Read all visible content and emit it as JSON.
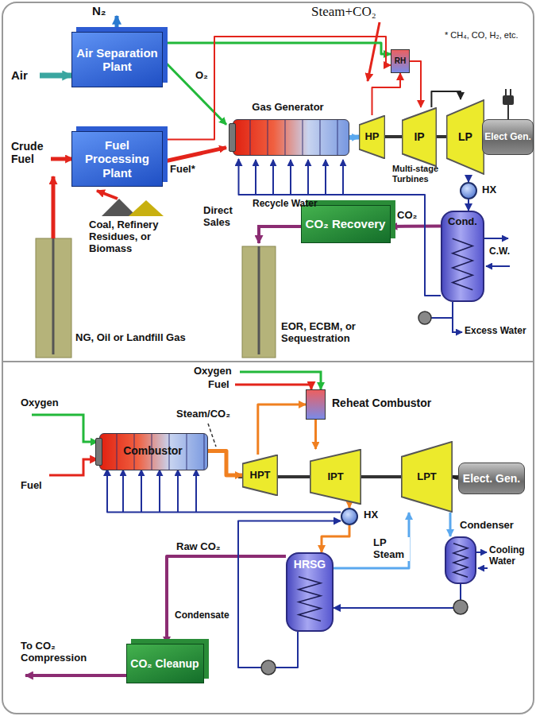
{
  "diagram": {
    "nodes": [
      {
        "text": [
          "Air Separation Plant"
        ]
      },
      {
        "text": [
          "Fuel Processing Plant"
        ]
      },
      {
        "text": [
          "Gas Generator"
        ]
      },
      {
        "text": [
          "RH"
        ]
      },
      {
        "text": [
          "HP"
        ]
      },
      {
        "text": [
          "IP"
        ]
      },
      {
        "text": [
          "LP"
        ]
      },
      {
        "text": [
          "Elect Gen."
        ]
      },
      {
        "text": [
          "HX"
        ]
      },
      {
        "text": [
          "CO₂ Recovery"
        ]
      },
      {
        "text": [
          "Cond."
        ]
      },
      {
        "text": [
          "Combustor"
        ]
      },
      {
        "text": [
          "Reheat Combustor"
        ]
      },
      {
        "text": [
          "HPT"
        ]
      },
      {
        "text": [
          "IPT"
        ]
      },
      {
        "text": [
          "LPT"
        ]
      },
      {
        "text": [
          "Elect. Gen."
        ]
      },
      {
        "text": [
          "HX"
        ]
      },
      {
        "text": [
          "HRSG"
        ]
      },
      {
        "text": [
          "Condenser"
        ]
      },
      {
        "text": [
          "CO₂ Cleanup"
        ]
      }
    ],
    "edges": [
      {
        "from": 0,
        "to": 2,
        "arrow": "to",
        "label": "O₂"
      },
      {
        "from": 0,
        "to": 3,
        "arrow": "to"
      },
      {
        "from": 1,
        "to": 2,
        "arrow": "to",
        "label": "Fuel*"
      },
      {
        "from": 1,
        "to": 3,
        "arrow": "to"
      },
      {
        "from": 2,
        "to": 4,
        "arrow": "to"
      },
      {
        "from": 4,
        "to": 3,
        "arrow": "to"
      },
      {
        "from": 3,
        "to": 5,
        "arrow": "to"
      },
      {
        "from": 5,
        "to": 6,
        "arrow": "to"
      },
      {
        "from": 6,
        "to": 7,
        "arrow": "none"
      },
      {
        "from": 6,
        "to": 8,
        "arrow": "to"
      },
      {
        "from": 8,
        "to": 10,
        "arrow": "to"
      },
      {
        "from": 10,
        "to": 9,
        "arrow": "to",
        "label": "CO₂"
      },
      {
        "from": 10,
        "to": 2,
        "arrow": "to"
      },
      {
        "from": 11,
        "to": 13,
        "arrow": "to"
      },
      {
        "from": 13,
        "to": 12,
        "arrow": "to"
      },
      {
        "from": 12,
        "to": 14,
        "arrow": "to"
      },
      {
        "from": 14,
        "to": 17,
        "arrow": "to"
      },
      {
        "from": 17,
        "to": 18,
        "arrow": "to"
      },
      {
        "from": 18,
        "to": 15,
        "arrow": "to",
        "label": "LP Steam"
      },
      {
        "from": 15,
        "to": 19,
        "arrow": "to"
      },
      {
        "from": 19,
        "to": 18,
        "arrow": "to"
      },
      {
        "from": 18,
        "to": 20,
        "arrow": "to",
        "label": "Raw CO₂"
      },
      {
        "from": 18,
        "to": 17,
        "arrow": "to"
      },
      {
        "from": 17,
        "to": 11,
        "arrow": "to"
      },
      {
        "from": 15,
        "to": 16,
        "arrow": "none"
      }
    ],
    "labels": [
      "N₂",
      "Air",
      "Steam+CO₂",
      "* CH₄, CO, H₂, etc.",
      "Recycle Water",
      "Multi-stage Turbines",
      "Crude Fuel",
      "Coal, Refinery Residues, or Biomass",
      "Direct Sales",
      "C.W.",
      "NG, Oil or Landfill Gas",
      "EOR, ECBM, or Sequestration",
      "Excess Water",
      "Oxygen",
      "Fuel",
      "Steam/CO₂",
      "Oxygen",
      "Fuel",
      "Cooling Water",
      "Condensate",
      "To CO₂ Compression"
    ]
  }
}
